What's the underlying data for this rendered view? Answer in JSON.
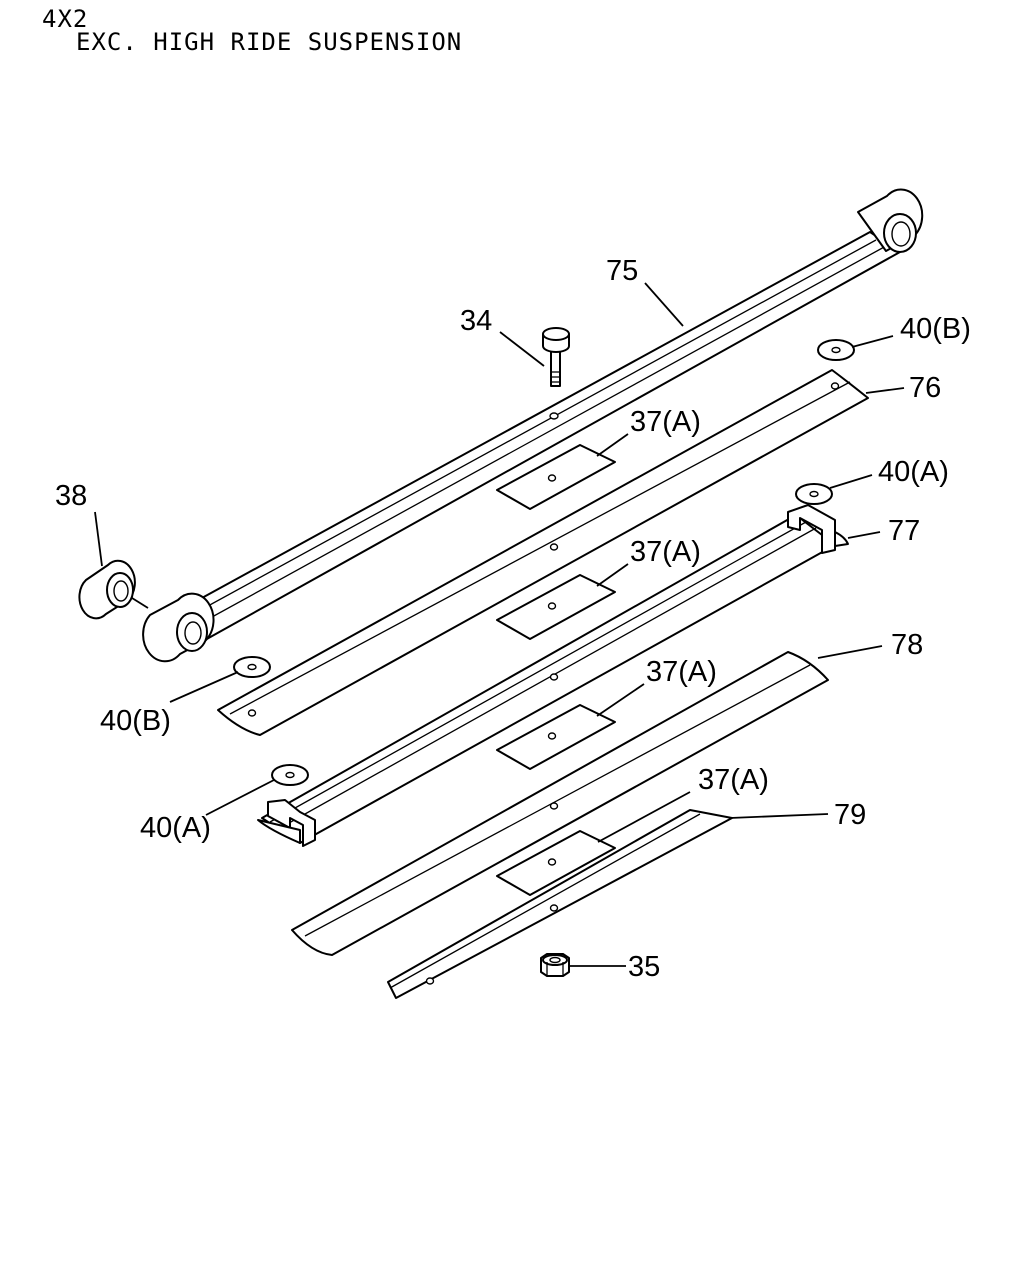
{
  "header": {
    "line1": "4X2",
    "line2": "EXC. HIGH RIDE SUSPENSION"
  },
  "labels": {
    "p75": "75",
    "p34": "34",
    "p40b_top": "40(B)",
    "p76": "76",
    "p37a_1": "37(A)",
    "p38": "38",
    "p40a_top": "40(A)",
    "p77": "77",
    "p37a_2": "37(A)",
    "p78": "78",
    "p37a_3": "37(A)",
    "p40b_left": "40(B)",
    "p40a_left": "40(A)",
    "p37a_4": "37(A)",
    "p79": "79",
    "p35": "35"
  }
}
